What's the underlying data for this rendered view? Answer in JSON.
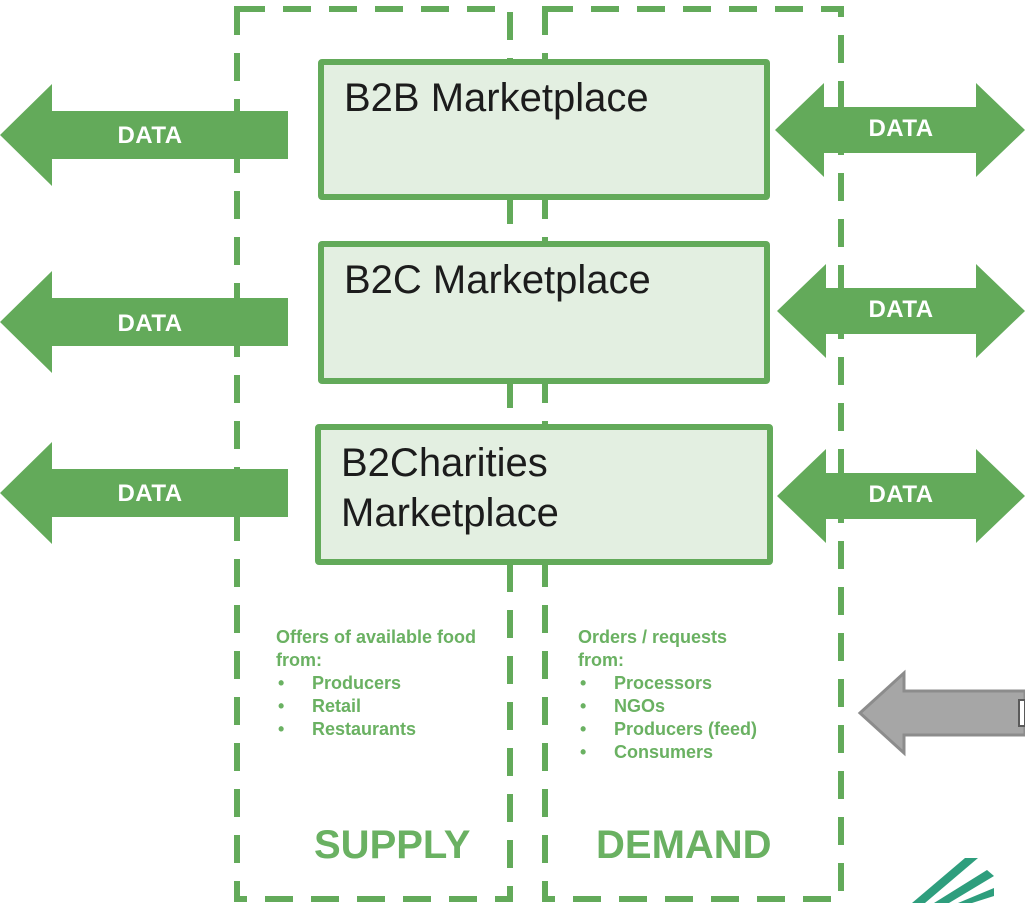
{
  "colors": {
    "green": "#63aa5a",
    "light_green": "#e3efe1",
    "text_green": "#6ab162",
    "grey": "#a6a6a6"
  },
  "marketplaces": [
    {
      "label": "B2B Marketplace"
    },
    {
      "label": "B2C Marketplace"
    },
    {
      "label": "B2Charities Marketplace"
    }
  ],
  "data_arrows": {
    "left": [
      "DATA",
      "DATA",
      "DATA"
    ],
    "right": [
      "DATA",
      "DATA",
      "DATA"
    ]
  },
  "supply": {
    "label": "SUPPLY",
    "lead": "Offers of available food from:",
    "items": [
      "Producers",
      "Retail",
      "Restaurants"
    ]
  },
  "demand": {
    "label": "DEMAND",
    "lead": "Orders / requests from:",
    "items": [
      "Processors",
      "NGOs",
      "Producers (feed)",
      "Consumers"
    ]
  }
}
